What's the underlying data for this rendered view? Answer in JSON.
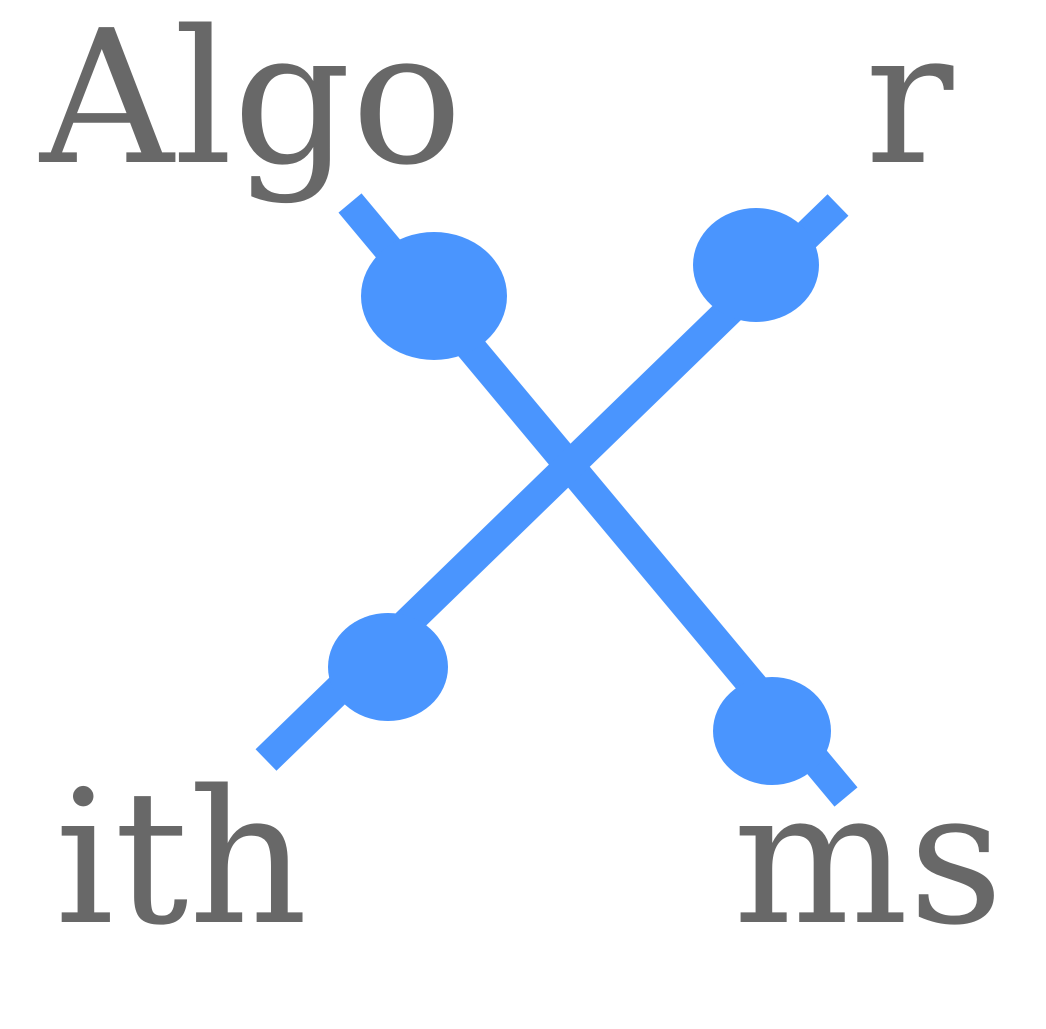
{
  "logo": {
    "text_top_left": "Algo",
    "text_top_right": "r",
    "text_bottom_left": "ith",
    "text_bottom_right": "ms",
    "text_color": "#686868",
    "mark_color": "#4a95fe"
  }
}
